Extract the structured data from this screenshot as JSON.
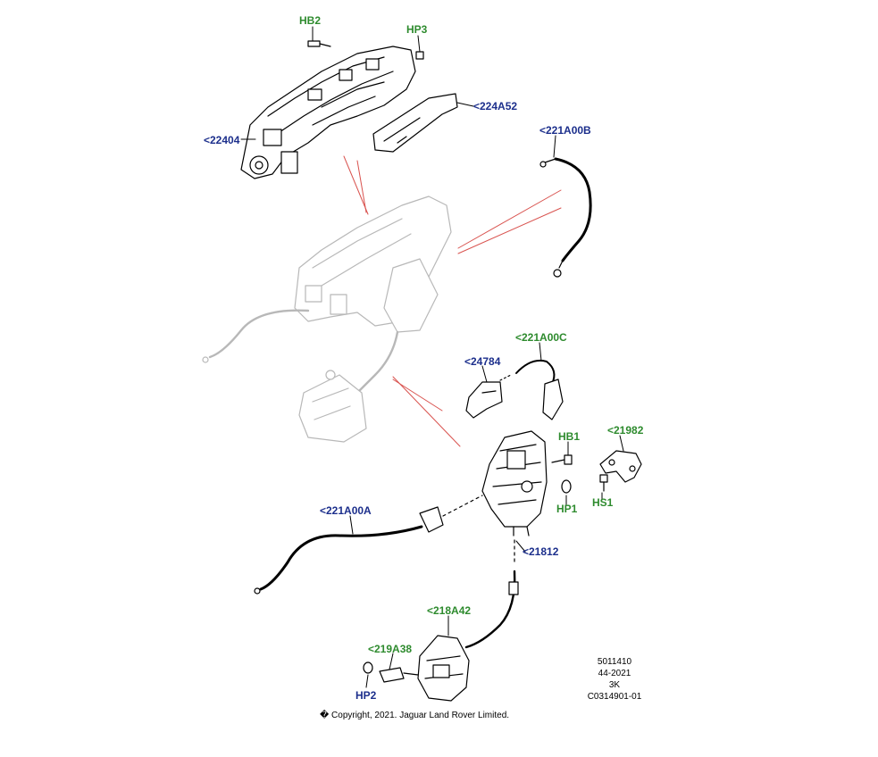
{
  "labels": {
    "hb2": "HB2",
    "hp3": "HP3",
    "p224a52": "<224A52",
    "p22404": "<22404",
    "p221a00b": "<221A00B",
    "p221a00c": "<221A00C",
    "p24784": "<24784",
    "hb1": "HB1",
    "p21982": "<21982",
    "hp1": "HP1",
    "hs1": "HS1",
    "p221a00a": "<221A00A",
    "p21812": "<21812",
    "p218a42": "<218A42",
    "p219a38": "<219A38",
    "hp2": "HP2"
  },
  "info": {
    "line1": "5011410",
    "line2": "44-2021",
    "line3": "3K",
    "line4": "C0314901-01"
  },
  "copyright": "� Copyright, 2021. Jaguar Land Rover Limited.",
  "colors": {
    "part_label": "#1c2f8c",
    "fastener_label": "#2e8b2e",
    "leader_red": "#d9534f"
  }
}
